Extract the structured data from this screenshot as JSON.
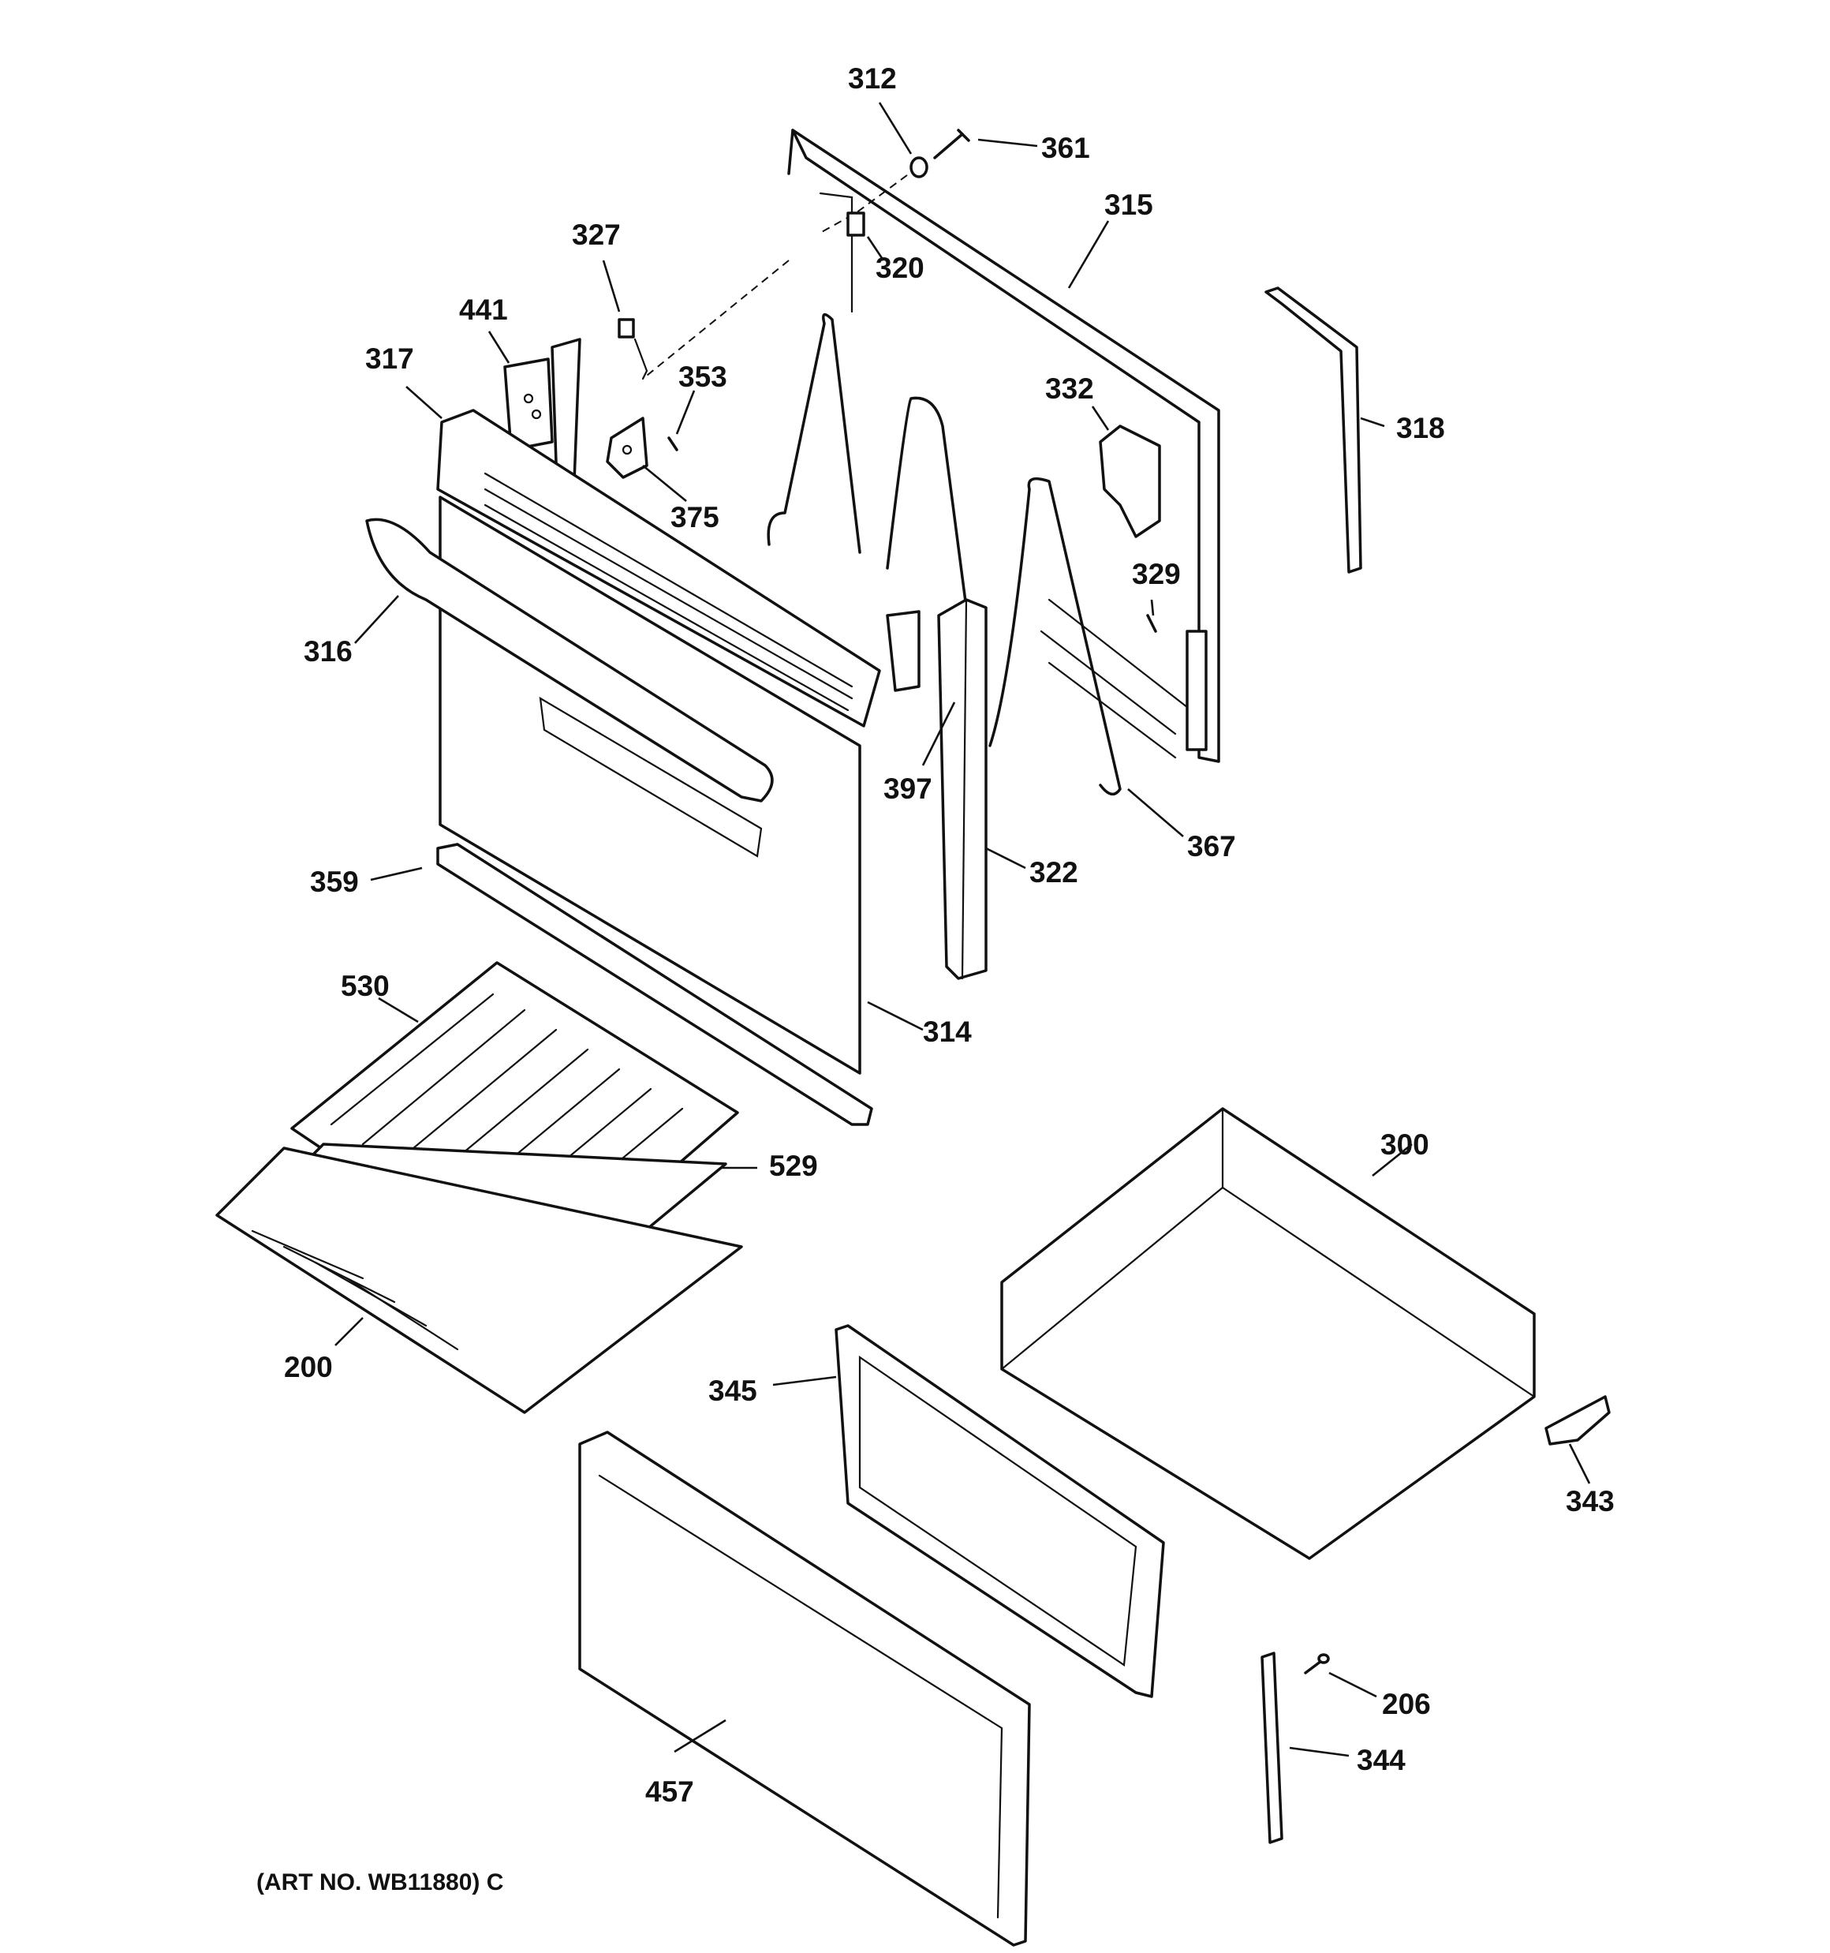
{
  "art_number": "(ART NO. WB11880) C",
  "callouts": {
    "c312": "312",
    "c361": "361",
    "c315": "315",
    "c320": "320",
    "c327": "327",
    "c441": "441",
    "c317": "317",
    "c353": "353",
    "c375": "375",
    "c332": "332",
    "c318": "318",
    "c329": "329",
    "c316": "316",
    "c397": "397",
    "c322": "322",
    "c367": "367",
    "c359": "359",
    "c314": "314",
    "c530": "530",
    "c529": "529",
    "c200": "200",
    "c300": "300",
    "c345": "345",
    "c343": "343",
    "c206": "206",
    "c344": "344",
    "c457": "457"
  }
}
